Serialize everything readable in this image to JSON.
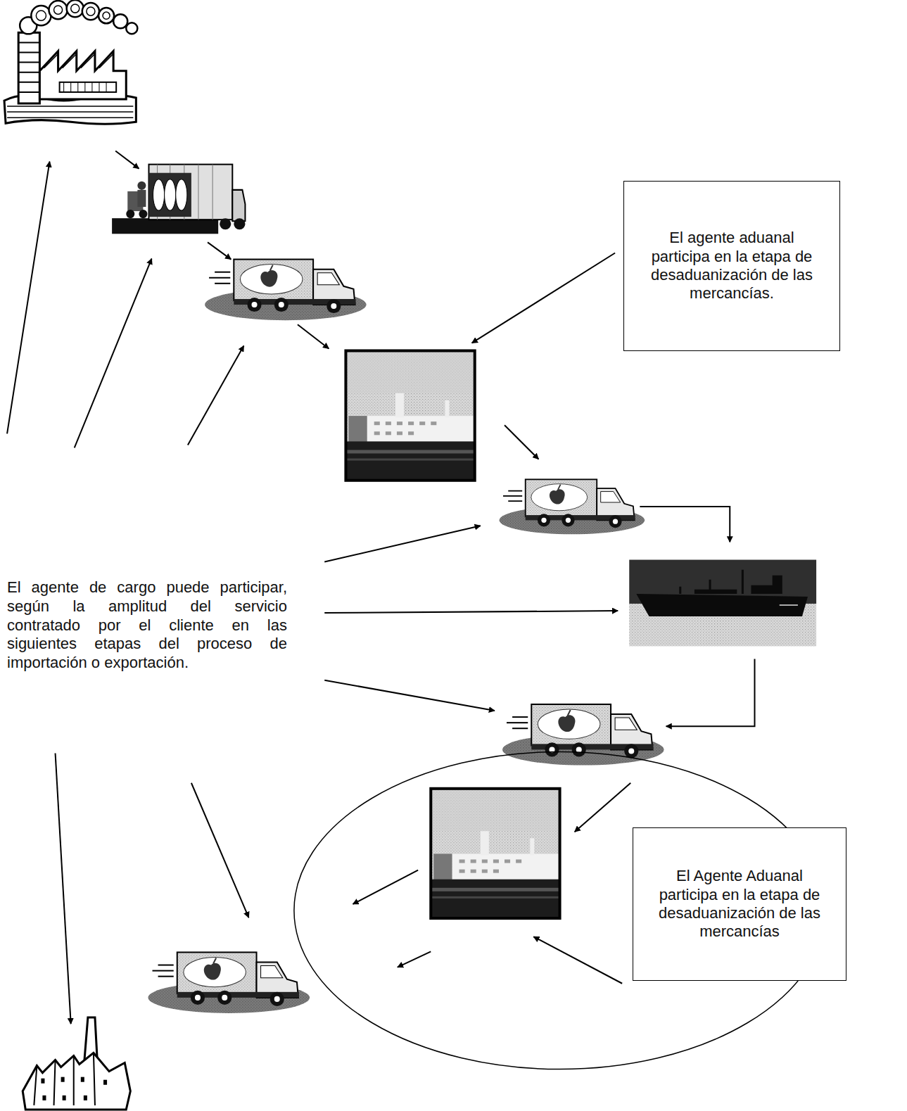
{
  "diagram": {
    "nodes": [
      {
        "text": [
          "El agente aduanal participa en la etapa de desaduanización de las mercancías."
        ]
      },
      {
        "text": [
          "El Agente Aduanal participa en la etapa de desaduanización de las mercancías"
        ]
      }
    ],
    "labels": [
      "El agente de cargo puede participar, según la amplitud del servicio contratado por el cliente en las siguientes etapas del proceso de importación o exportación."
    ]
  }
}
